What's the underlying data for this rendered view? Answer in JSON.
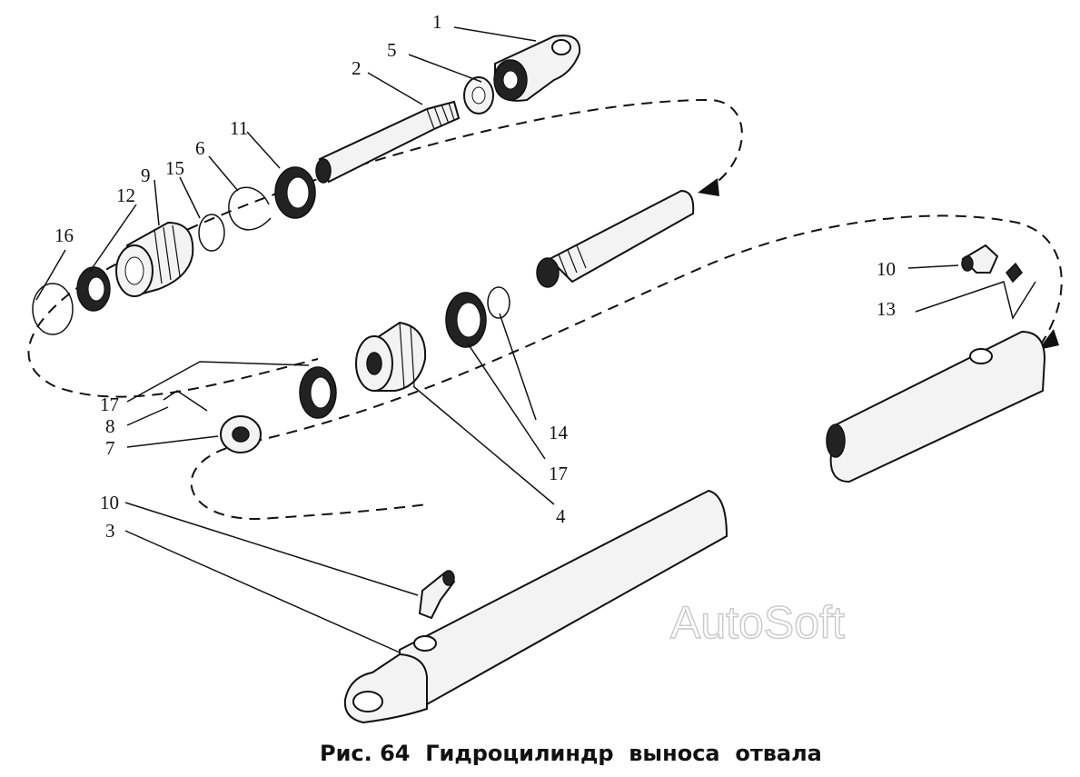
{
  "callouts": {
    "c1": "1",
    "c2": "2",
    "c5": "5",
    "c11": "11",
    "c6": "6",
    "c15": "15",
    "c9": "9",
    "c12": "12",
    "c16": "16",
    "c10a": "10",
    "c13": "13",
    "c17a": "17",
    "c8": "8",
    "c7": "7",
    "c14": "14",
    "c17b": "17",
    "c4": "4",
    "c10b": "10",
    "c3": "3"
  },
  "caption": "Рис. 64  Гидроцилиндр  выноса  отвала",
  "watermark": "AutoSoft"
}
